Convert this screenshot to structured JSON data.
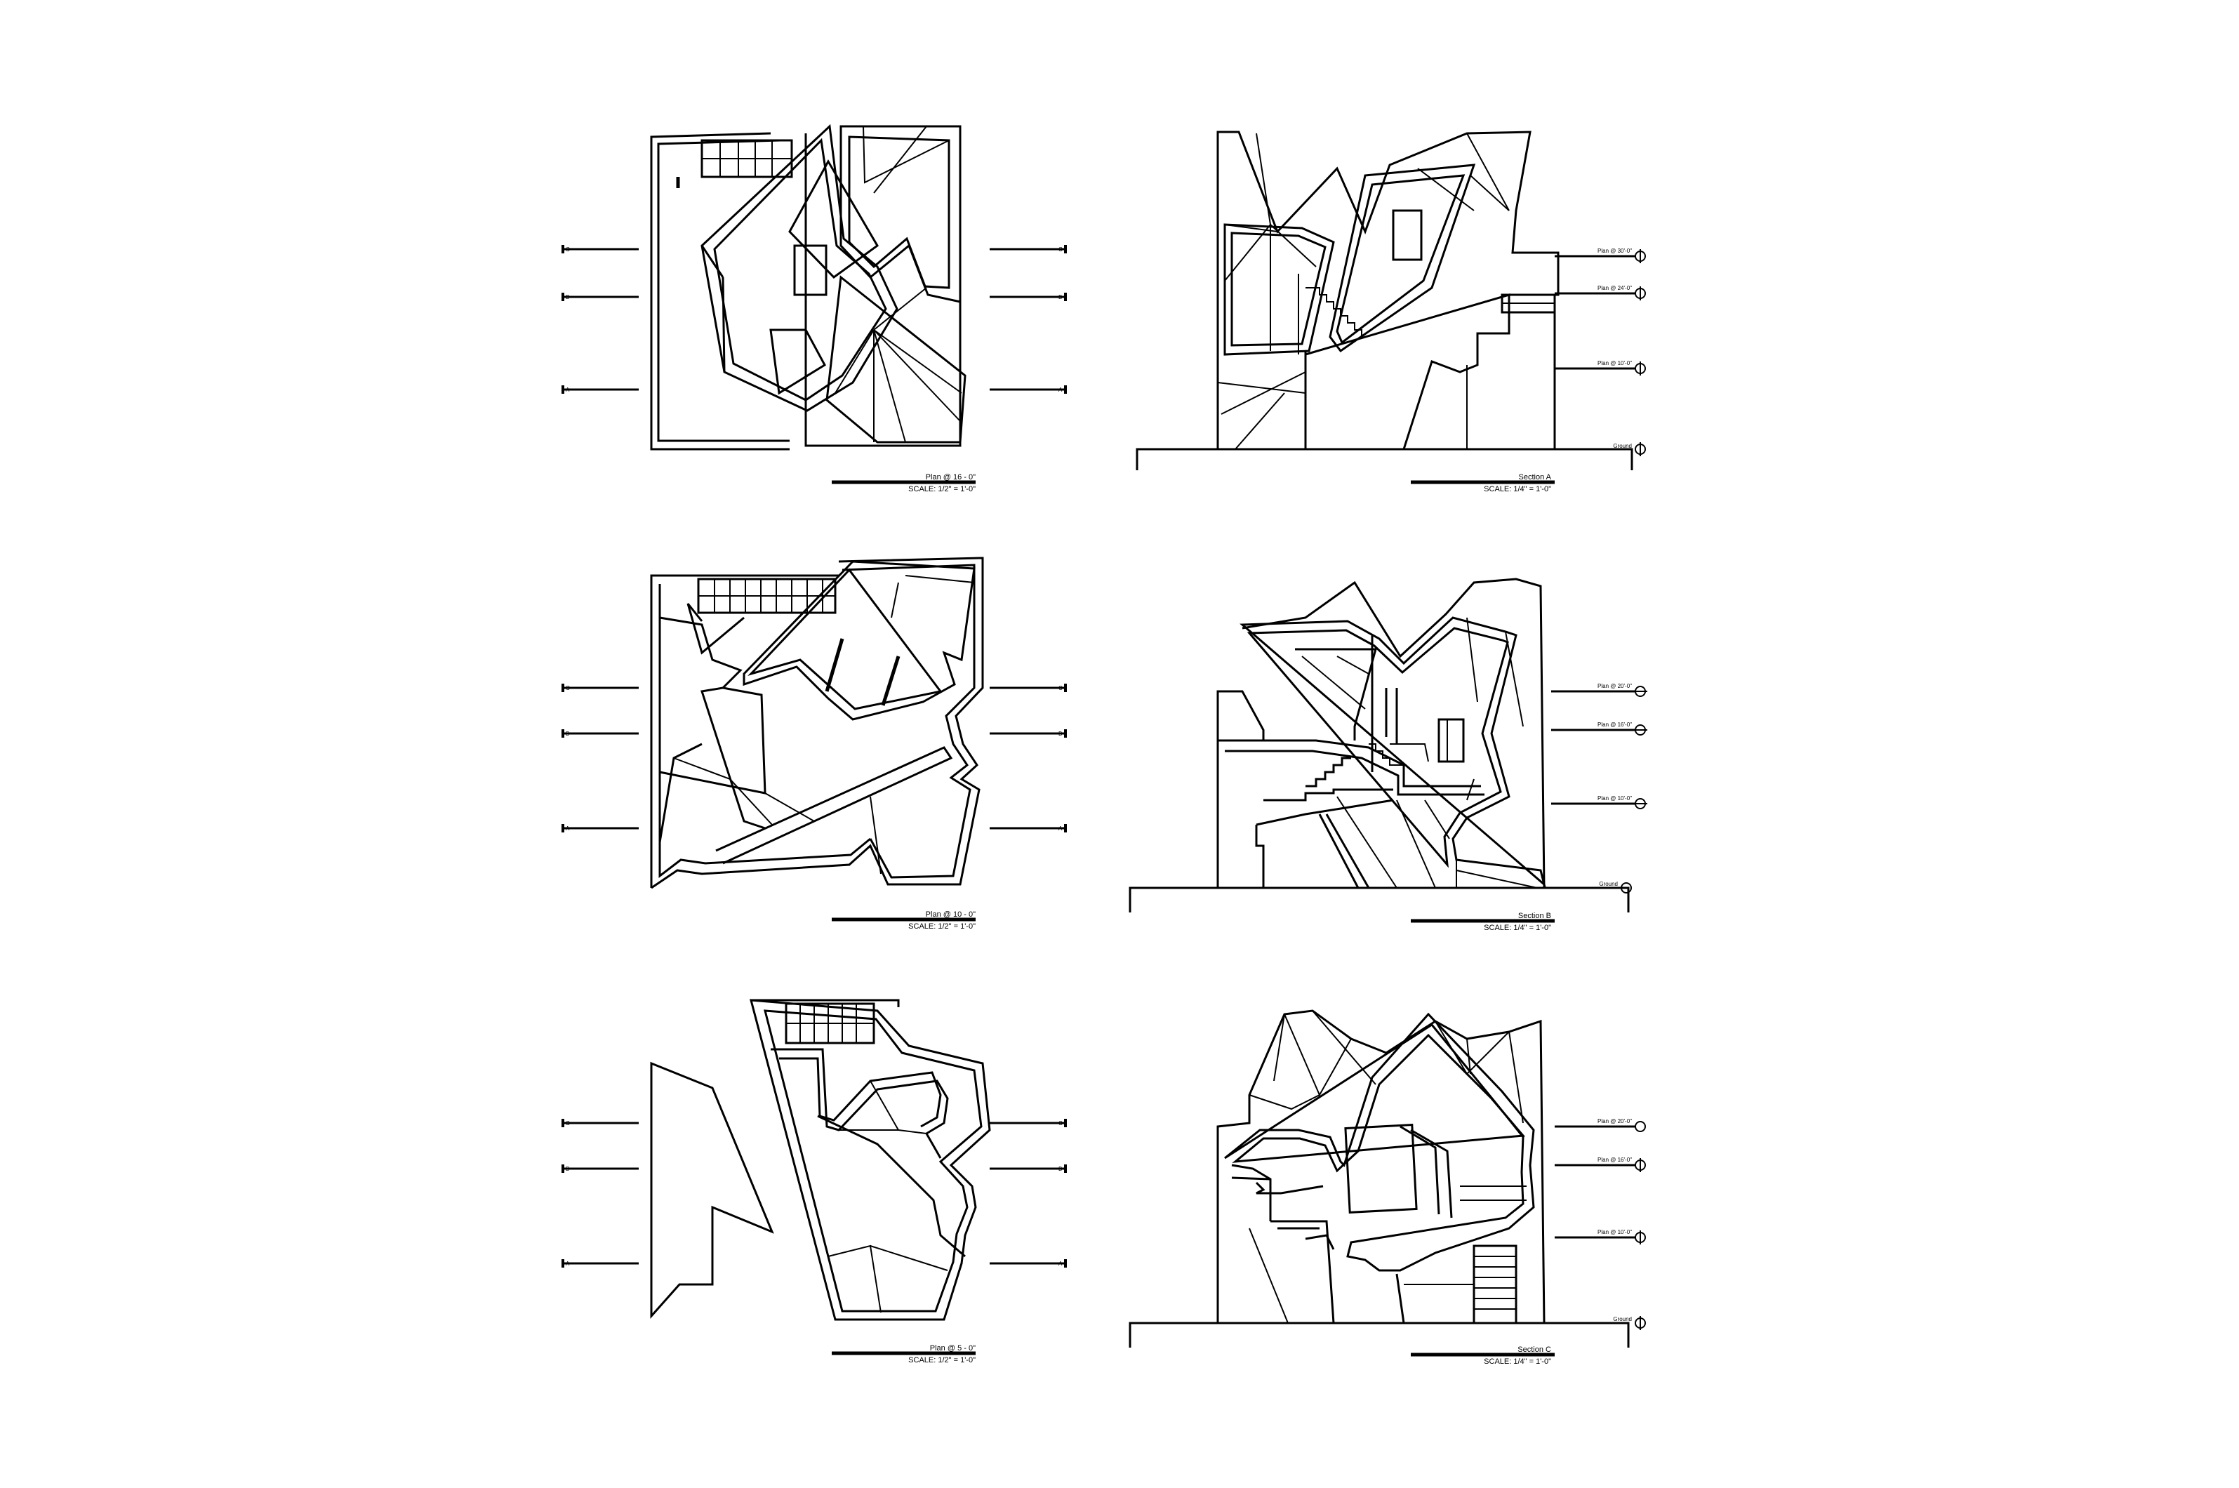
{
  "colors": {
    "ink": "#000000",
    "paper": "#ffffff"
  },
  "panels": {
    "plan16": {
      "title": "Plan @ 16 - 0\"",
      "scale": "SCALE: 1/2\" = 1'-0\"",
      "cut_marks": {
        "c": "C",
        "b": "B",
        "a": "A"
      }
    },
    "plan10": {
      "title": "Plan @ 10 - 0\"",
      "scale": "SCALE: 1/2\" = 1'-0\"",
      "cut_marks": {
        "c": "C",
        "b": "B",
        "a": "A"
      }
    },
    "plan5": {
      "title": "Plan @ 5 - 0\"",
      "scale": "SCALE: 1/2\" = 1'-0\"",
      "cut_marks": {
        "c": "C",
        "b": "B",
        "a": "A"
      }
    },
    "sectionA": {
      "title": "Section A",
      "scale": "SCALE: 1/4\" = 1'-0\"",
      "levels": [
        "Plan @ 30'-0\"",
        "Plan @ 24'-0\"",
        "Plan @ 10'-0\"",
        "Ground"
      ]
    },
    "sectionB": {
      "title": "Section B",
      "scale": "SCALE: 1/4\" = 1'-0\"",
      "levels": [
        "Plan @ 20'-0\"",
        "Plan @ 16'-0\"",
        "Plan @ 10'-0\"",
        "Ground"
      ]
    },
    "sectionC": {
      "title": "Section C",
      "scale": "SCALE: 1/4\" = 1'-0\"",
      "levels": [
        "Plan @ 20'-0\"",
        "Plan @ 16'-0\"",
        "Plan @ 10'-0\"",
        "Ground"
      ]
    }
  }
}
